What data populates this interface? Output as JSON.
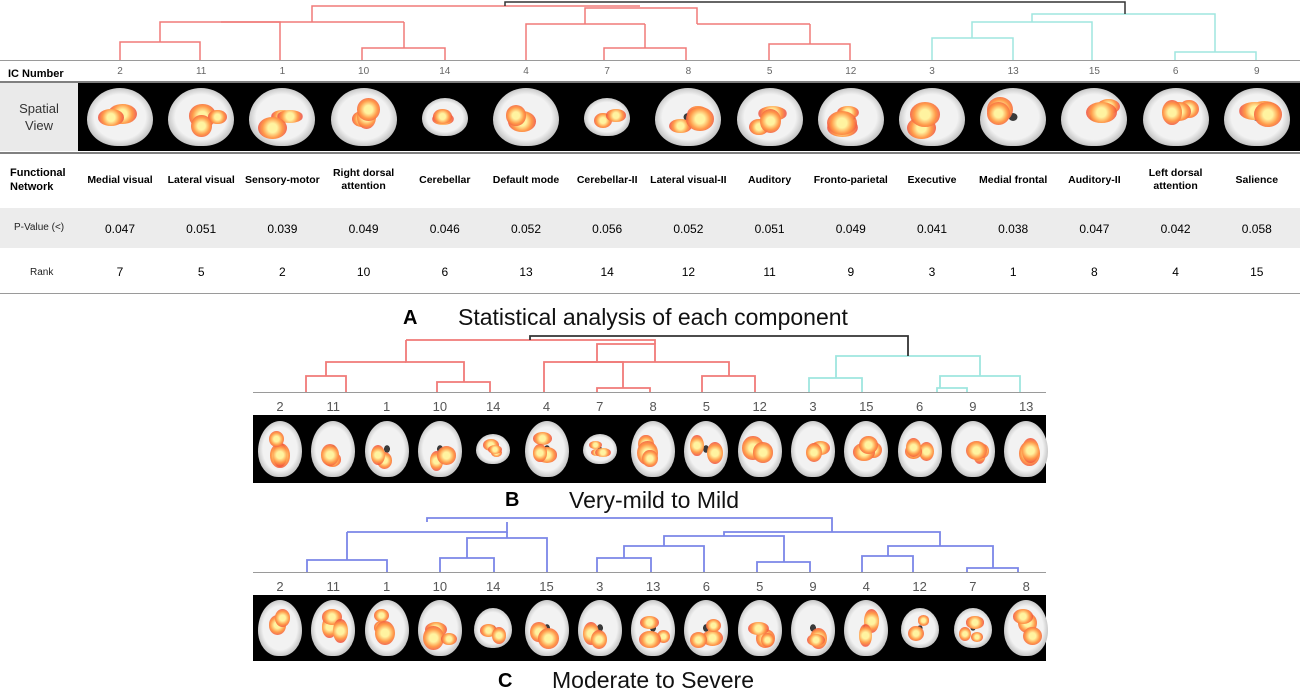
{
  "panelA": {
    "ic_header": "IC Number",
    "spatial_header_line1": "Spatial",
    "spatial_header_line2": "View",
    "network_header_line1": "Functional",
    "network_header_line2": "Network",
    "pvalue_header": "P-Value (<)",
    "rank_header": "Rank",
    "columns": [
      {
        "ic": "2",
        "network": "Medial visual",
        "p": "0.047",
        "rank": "7",
        "cluster": "red"
      },
      {
        "ic": "11",
        "network": "Lateral visual",
        "p": "0.051",
        "rank": "5",
        "cluster": "red"
      },
      {
        "ic": "1",
        "network": "Sensory-motor",
        "p": "0.039",
        "rank": "2",
        "cluster": "red"
      },
      {
        "ic": "10",
        "network": "Right dorsal attention",
        "p": "0.049",
        "rank": "10",
        "cluster": "red"
      },
      {
        "ic": "14",
        "network": "Cerebellar",
        "p": "0.046",
        "rank": "6",
        "cluster": "red"
      },
      {
        "ic": "4",
        "network": "Default mode",
        "p": "0.052",
        "rank": "13",
        "cluster": "red"
      },
      {
        "ic": "7",
        "network": "Cerebellar-II",
        "p": "0.056",
        "rank": "14",
        "cluster": "red"
      },
      {
        "ic": "8",
        "network": "Lateral visual-II",
        "p": "0.052",
        "rank": "12",
        "cluster": "red"
      },
      {
        "ic": "5",
        "network": "Auditory",
        "p": "0.051",
        "rank": "11",
        "cluster": "red"
      },
      {
        "ic": "12",
        "network": "Fronto-parietal",
        "p": "0.049",
        "rank": "9",
        "cluster": "red"
      },
      {
        "ic": "3",
        "network": "Executive",
        "p": "0.041",
        "rank": "3",
        "cluster": "cyan"
      },
      {
        "ic": "13",
        "network": "Medial frontal",
        "p": "0.038",
        "rank": "1",
        "cluster": "cyan"
      },
      {
        "ic": "15",
        "network": "Auditory-II",
        "p": "0.047",
        "rank": "8",
        "cluster": "cyan"
      },
      {
        "ic": "6",
        "network": "Left dorsal attention",
        "p": "0.042",
        "rank": "4",
        "cluster": "cyan"
      },
      {
        "ic": "9",
        "network": "Salience",
        "p": "0.058",
        "rank": "15",
        "cluster": "cyan"
      }
    ],
    "caption_letter": "A",
    "caption_text": "Statistical analysis of each component"
  },
  "panelB": {
    "ic_order": [
      "2",
      "11",
      "1",
      "10",
      "14",
      "4",
      "7",
      "8",
      "5",
      "12",
      "3",
      "15",
      "6",
      "9",
      "13"
    ],
    "caption_letter": "B",
    "caption_text": "Very-mild to Mild"
  },
  "panelC": {
    "ic_order": [
      "2",
      "11",
      "1",
      "10",
      "14",
      "15",
      "3",
      "13",
      "6",
      "5",
      "9",
      "4",
      "12",
      "7",
      "8"
    ],
    "caption_letter": "C",
    "caption_text": "Moderate to Severe"
  },
  "colors": {
    "red_cluster": "#f07a78",
    "cyan_cluster": "#9fe6df",
    "blue_cluster": "#7b86e8",
    "root_link": "#333333",
    "activation": "#ff9a4a"
  }
}
